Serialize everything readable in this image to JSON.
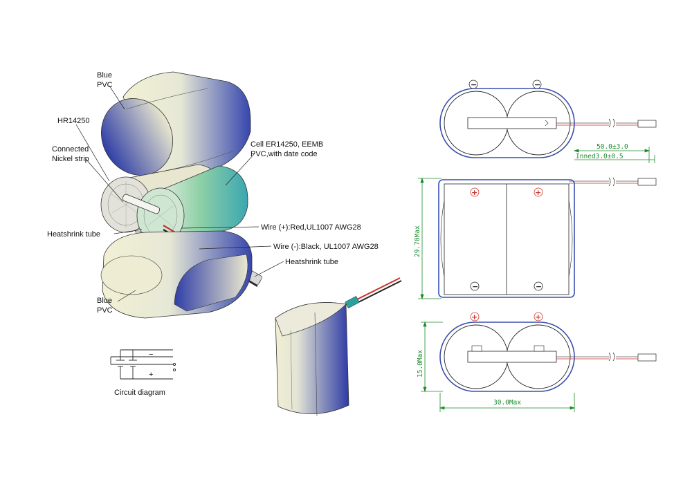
{
  "callouts": {
    "blue_pvc_top_1": "Blue",
    "blue_pvc_top_2": "PVC",
    "hr14250": "HR14250",
    "nickel_1": "Connected",
    "nickel_2": "Nickel strip",
    "cell_1": "Cell ER14250, EEMB",
    "cell_2": "PVC,with date code",
    "heatshrink_left": "Heatshrink tube",
    "wire_pos": "Wire (+):Red,UL1007 AWG28",
    "wire_neg": "Wire (-):Black, UL1007 AWG28",
    "heatshrink_right": "Heatshrink tube",
    "blue_pvc_bot_1": "Blue",
    "blue_pvc_bot_2": "PVC"
  },
  "circuit": {
    "caption": "Circuit diagram",
    "minus": "−",
    "plus": "+"
  },
  "dimensions": {
    "lead_length": "50.0±3.0",
    "strip_length": "Inned3.0±0.5",
    "height": "29.70Max",
    "thickness": "15.0Max",
    "width": "30.0Max"
  },
  "polarity": {
    "negative": "−",
    "positive": "+"
  },
  "colors": {
    "dimension": "#1c8a2a",
    "pvc_blue": "#3a4fb0",
    "pvc_cream": "#efeed0",
    "cell_green": "#7fc9a0",
    "wire_red": "#c8322a"
  }
}
